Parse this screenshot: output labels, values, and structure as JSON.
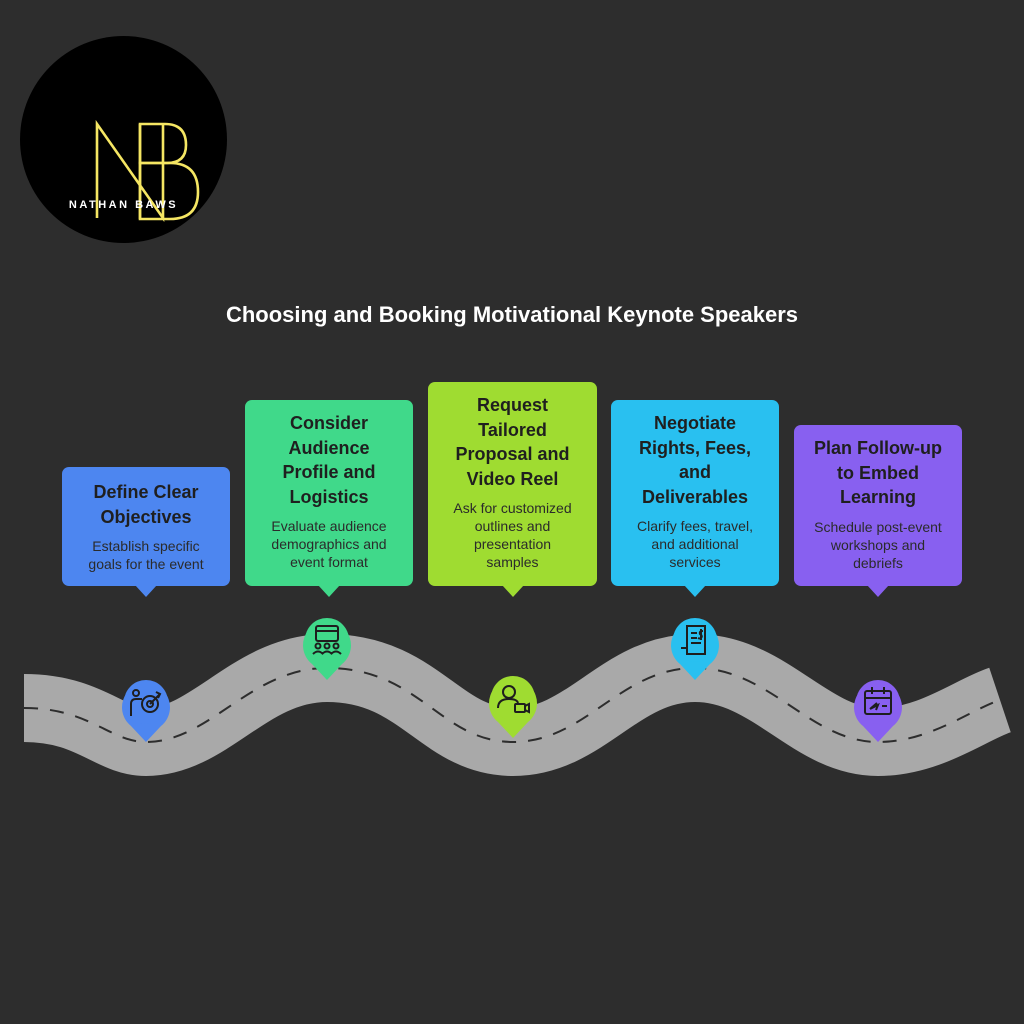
{
  "logo": {
    "monogram": "NB",
    "brand_name": "NATHAN BAWS",
    "accent_color": "#f5e663"
  },
  "title": "Choosing and Booking Motivational Keynote Speakers",
  "steps": [
    {
      "title": "Define Clear\nObjectives",
      "description": "Establish specific\ngoals for the event",
      "color": "#4d86f0",
      "icon": "target-person-icon"
    },
    {
      "title": "Consider\nAudience\nProfile and\nLogistics",
      "description": "Evaluate audience\ndemographics and\nevent format",
      "color": "#40d98a",
      "icon": "audience-screen-icon"
    },
    {
      "title": "Request\nTailored\nProposal and\nVideo Reel",
      "description": "Ask for customized\noutlines and\npresentation\nsamples",
      "color": "#9fdc31",
      "icon": "video-speaker-icon"
    },
    {
      "title": "Negotiate\nRights, Fees,\nand\nDeliverables",
      "description": "Clarify fees, travel,\nand additional\nservices",
      "color": "#29c0f0",
      "icon": "invoice-document-icon"
    },
    {
      "title": "Plan Follow-up\nto Embed\nLearning",
      "description": "Schedule post-event\nworkshops and\ndebriefs",
      "color": "#8860f0",
      "icon": "calendar-plan-icon"
    }
  ],
  "road": {
    "color": "#a9a9a9",
    "dash_color": "#2d2d2d"
  }
}
